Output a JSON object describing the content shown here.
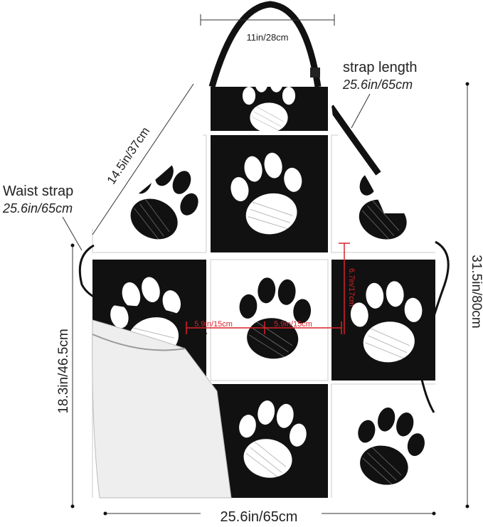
{
  "image": {
    "subject": "apron-with-paw-print-pattern",
    "pattern_colors": {
      "black": "#111111",
      "white": "#ffffff",
      "measure_red": "#d8222a"
    }
  },
  "dimensions": {
    "top_width": "11in/28cm",
    "strap_length_title": "strap length",
    "strap_length_value": "25.6in/65cm",
    "diagonal_edge": "14.5in/37cm",
    "waist_strap_title": "Waist strap",
    "waist_strap_value": "25.6in/65cm",
    "total_length": "31.5in/80cm",
    "side_length": "18.3in/46.5cm",
    "bottom_width": "25.6in/65cm",
    "pocket_width_left": "5.9in/15cm",
    "pocket_width_right": "5.9in/15cm",
    "pocket_height": "6.7in/17cm"
  }
}
